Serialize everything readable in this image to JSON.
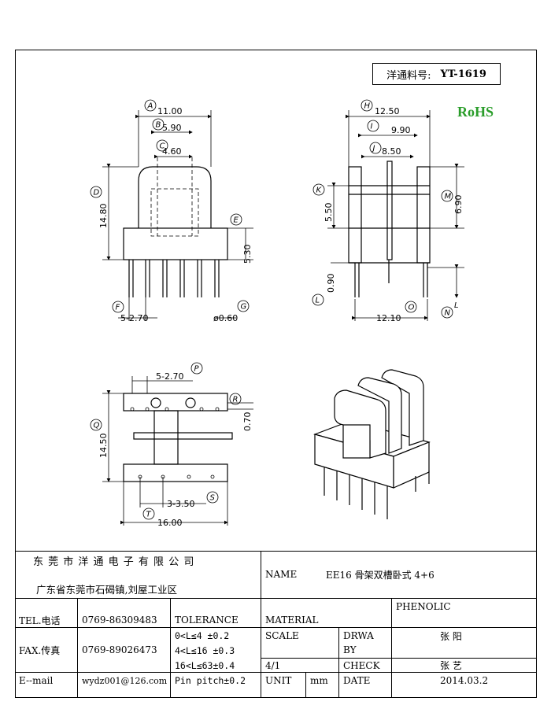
{
  "part_box": {
    "label": "洋通料号:",
    "number": "YT-1619"
  },
  "rohs": "RoHS",
  "dimensions": {
    "A": "11.00",
    "B": "5.90",
    "C": "4.60",
    "D": "14.80",
    "E": "5.30",
    "F": "5-2.70",
    "G": "ø0.60",
    "H": "12.50",
    "I": "9.90",
    "J": "8.50",
    "K": "5.50",
    "M": "6.90",
    "L": "0.90",
    "O": "12.10",
    "P": "5-2.70",
    "R": "0.70",
    "Q": "14.50",
    "S": "3-3.50",
    "T": "16.00"
  },
  "callouts": [
    "A",
    "B",
    "C",
    "D",
    "E",
    "F",
    "G",
    "H",
    "I",
    "J",
    "K",
    "L",
    "M",
    "N",
    "O",
    "P",
    "Q",
    "R",
    "S",
    "T"
  ],
  "callout_extra": {
    "N": "L"
  },
  "title_block": {
    "company": "东 莞 市 洋 通 电 子 有 限 公 司",
    "address": "广东省东莞市石碣镇,刘屋工业区",
    "name_label": "NAME",
    "name_value": "EE16 骨架双槽卧式 4+6",
    "tel_label": "TEL.电话",
    "tel_value": "0769-86309483",
    "fax_label": "FAX.传真",
    "fax_value": "0769-89026473",
    "email_label": "E--mail",
    "email_value": "wydz001@126.com",
    "tolerance_label": "TOLERANCE",
    "tol1": "0<L≤4  ±0.2",
    "tol2": "4<L≤16 ±0.3",
    "tol3": "16<L≤63±0.4",
    "tol4": "Pin pitch±0.2",
    "material_label": "MATERIAL",
    "material_value": "PHENOLIC",
    "scale_label": "SCALE",
    "scale_value": "4/1",
    "drwa_label_1": "DRWA",
    "drwa_label_2": "BY",
    "drwa_value": "张 阳",
    "check_label": "CHECK",
    "check_value": "张 艺",
    "unit_label": "UNIT",
    "unit_value": "mm",
    "date_label": "DATE",
    "date_value": "2014.03.2"
  }
}
